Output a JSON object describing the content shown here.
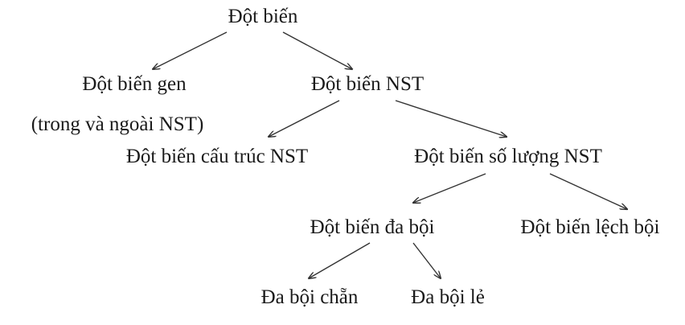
{
  "nodes": {
    "root": "Đột biến",
    "gene": "Đột biến gen",
    "gene_note": "(trong và ngoài NST)",
    "chromosome": "Đột biến NST",
    "structural": "Đột biến cấu trúc NST",
    "numerical": "Đột biến số lượng NST",
    "polyploid": "Đột biến đa bội",
    "aneuploid": "Đột biến lệch bội",
    "even_polyploid": "Đa bội chẵn",
    "odd_polyploid": "Đa bội lẻ"
  },
  "colors": {
    "text": "#1a1a1a",
    "line": "#333333",
    "background": "#ffffff"
  }
}
